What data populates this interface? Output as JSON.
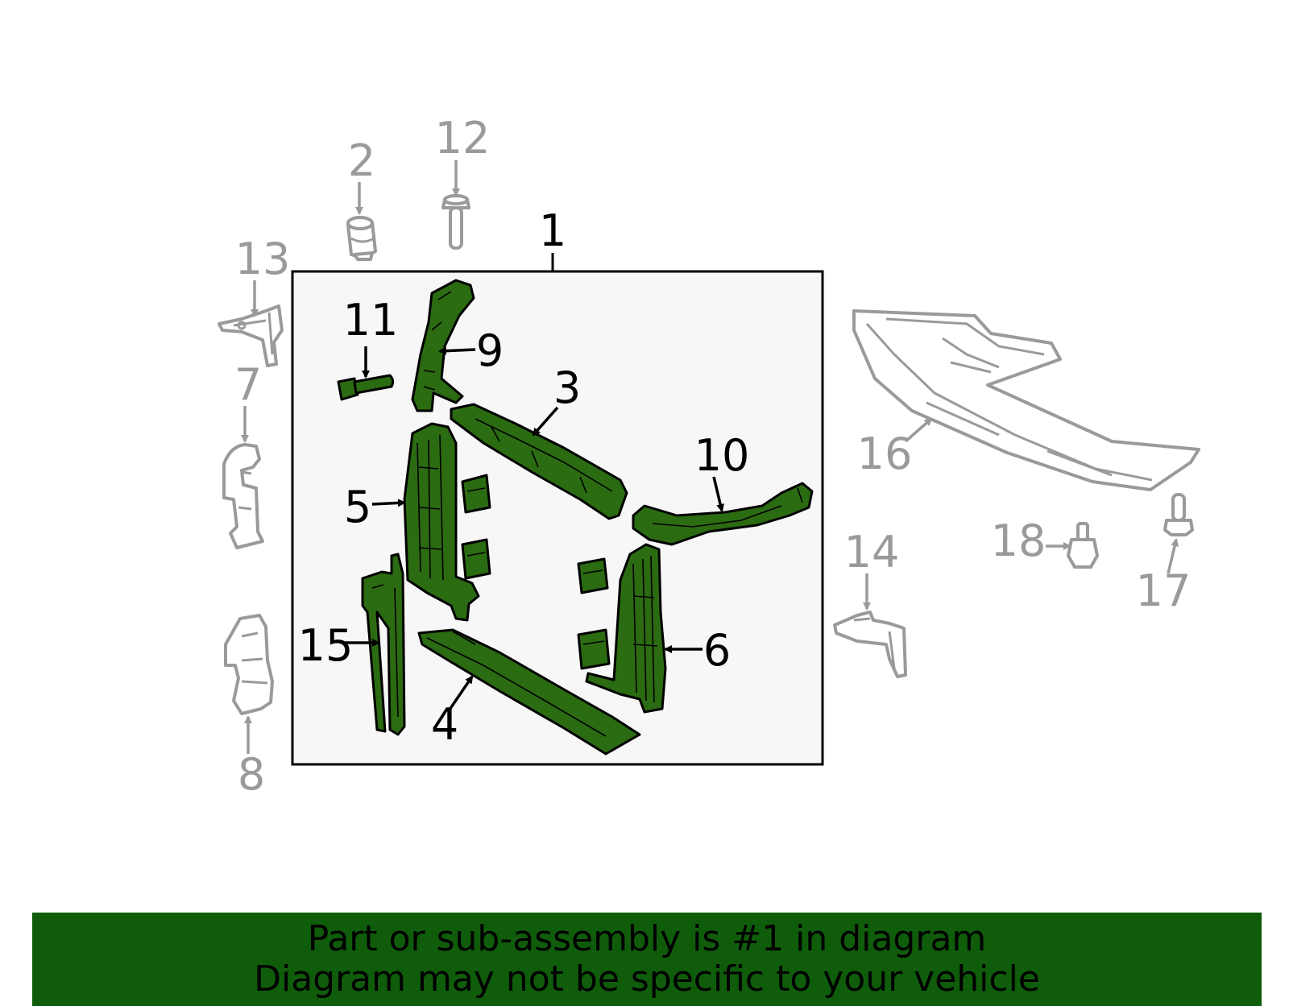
{
  "callouts": {
    "c1": "1",
    "c2": "2",
    "c3": "3",
    "c4": "4",
    "c5": "5",
    "c6": "6",
    "c7": "7",
    "c8": "8",
    "c9": "9",
    "c10": "10",
    "c11": "11",
    "c12": "12",
    "c13": "13",
    "c14": "14",
    "c15": "15",
    "c16": "16",
    "c17": "17",
    "c18": "18"
  },
  "colors": {
    "highlight_part": "#2b6b12",
    "banner": "#0f5c0b",
    "muted_part": "#9a9a9a",
    "assembly_box_bg": "#f7f7f7"
  },
  "footer": {
    "line1": "Part or sub-assembly is #1 in diagram",
    "line2": "Diagram may not be specific to your vehicle"
  }
}
